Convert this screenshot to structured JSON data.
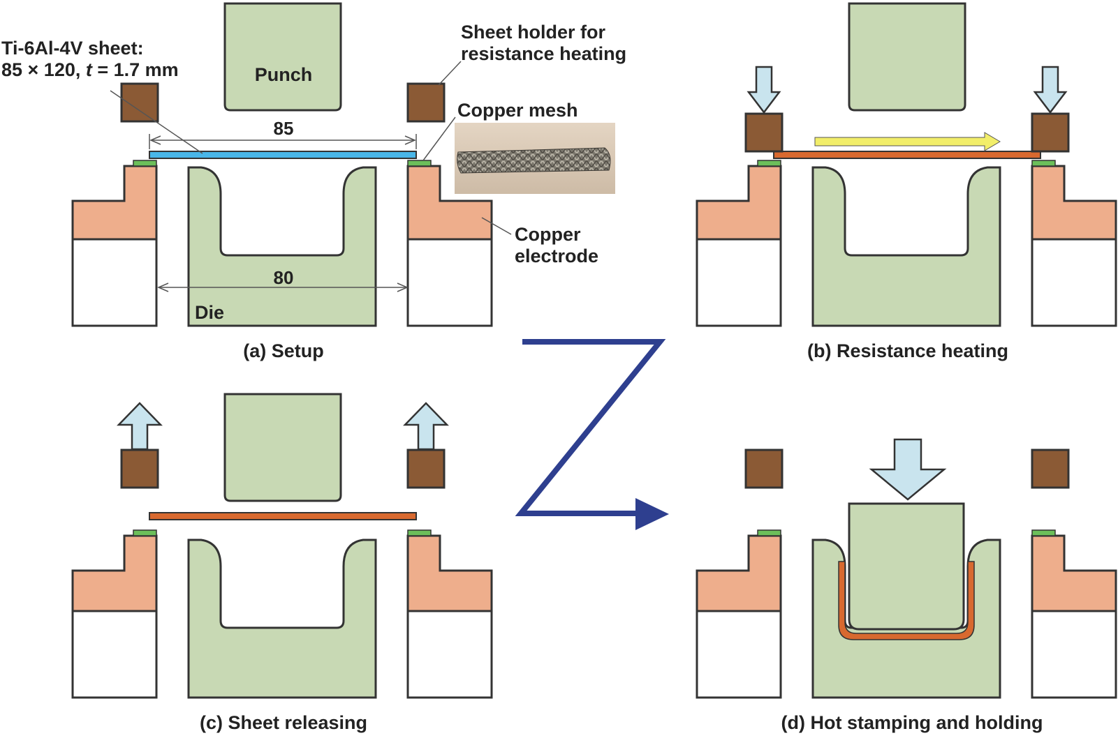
{
  "labels": {
    "sheet_line1": "Ti-6Al-4V sheet:",
    "sheet_line2_pre": "85 × 120, ",
    "sheet_line2_t": "t",
    "sheet_line2_post": " = 1.7 mm",
    "punch": "Punch",
    "holder_line1": "Sheet holder for",
    "holder_line2": "resistance heating",
    "copper_mesh": "Copper mesh",
    "electrode_line1": "Copper",
    "electrode_line2": "electrode",
    "die": "Die",
    "dim_sheet": "85",
    "dim_die": "80"
  },
  "captions": {
    "a": "(a) Setup",
    "b": "(b) Resistance heating",
    "c": "(c) Sheet releasing",
    "d": "(d) Hot stamping and holding"
  },
  "colors": {
    "tool_green": "#c8d9b4",
    "holder_brown": "#8b5a35",
    "electrode_salmon": "#eeae8c",
    "mesh_green": "#6cbf5a",
    "sheet_cold_blue": "#49b6e8",
    "sheet_hot_orange": "#d8692f",
    "press_arrow_blue": "#c9e4ee",
    "current_arrow_yellow": "#f2ee6a",
    "flow_arrow_navy": "#2e3f8f",
    "outline": "#333333"
  }
}
